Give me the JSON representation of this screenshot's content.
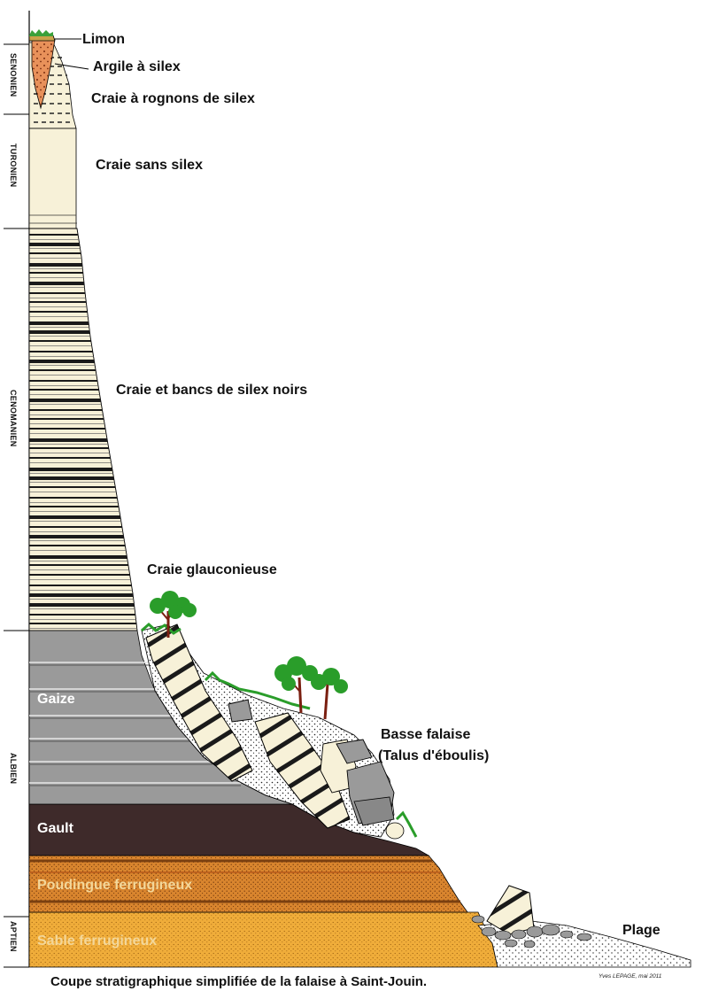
{
  "stages": {
    "senonien": "SENONIEN",
    "turonien": "TURONIEN",
    "cenomanien": "CENOMANIEN",
    "albien": "ALBIEN",
    "aptien": "APTIEN"
  },
  "layers": {
    "limon": "Limon",
    "argile": "Argile à silex",
    "craie_rognons": "Craie à rognons de silex",
    "craie_sans_silex": "Craie sans silex",
    "craie_bancs": "Craie et bancs de silex noirs",
    "craie_glauconieuse": "Craie glauconieuse",
    "gaize": "Gaize",
    "gault": "Gault",
    "poudingue": "Poudingue ferrugineux",
    "sable": "Sable ferrugineux",
    "basse_falaise": "Basse falaise",
    "talus": "(Talus d'éboulis)",
    "plage": "Plage"
  },
  "caption": "Coupe stratigraphique simplifiée de la falaise à Saint-Jouin.",
  "credit": "Yves LEPAGE, mai 2011",
  "colors": {
    "chalk": "#f7f1d8",
    "flint": "#1a1a1a",
    "gaize": "#9a9a9a",
    "gault": "#3e2a2a",
    "poudingue": "#d9852e",
    "sable": "#f0ad3a",
    "argile": "#e8915a",
    "vegetation": "#2a9d2a"
  }
}
